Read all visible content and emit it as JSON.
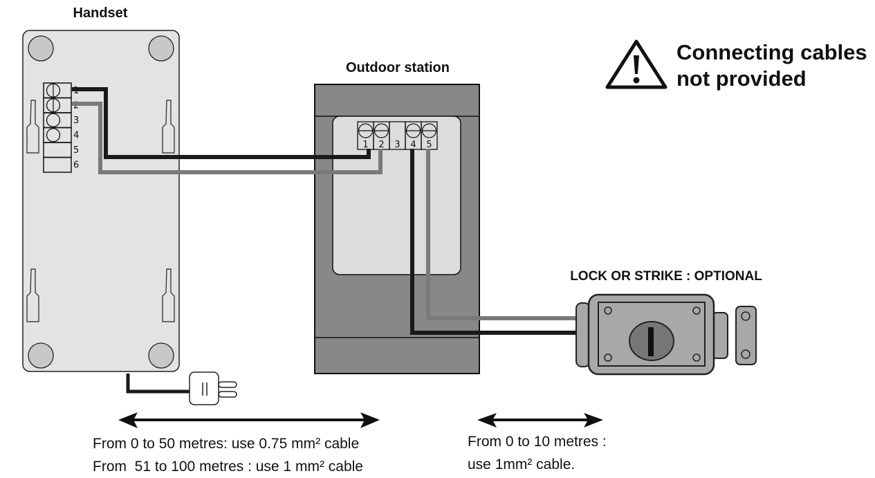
{
  "labels": {
    "handset": "Handset",
    "outdoor_station": "Outdoor station",
    "warning_line1": "Connecting cables",
    "warning_line2": "not provided",
    "lock": "LOCK OR STRIKE : OPTIONAL"
  },
  "handset_terminals": [
    "1",
    "2",
    "3",
    "4",
    "5",
    "6"
  ],
  "station_terminals": [
    "1",
    "2",
    "3",
    "4",
    "5"
  ],
  "cable_notes": {
    "long_run": {
      "line1": "From 0 to 50 metres: use 0.75 mm² cable",
      "line2": "From  51 to 100 metres : use 1 mm² cable"
    },
    "short_run": {
      "line1": "From 0 to 10 metres :",
      "line2": "use 1mm² cable."
    }
  },
  "icons": {
    "warning": "warning-triangle-icon",
    "plug": "power-plug-icon",
    "lock": "lock-icon"
  },
  "colors": {
    "wire_black": "#1a1a1a",
    "wire_grey": "#7a7a7a",
    "handset_body": "#e3e3e3",
    "station_body": "#888888",
    "station_panel": "#dcdcdc",
    "lock_body": "#a8a8a8"
  }
}
